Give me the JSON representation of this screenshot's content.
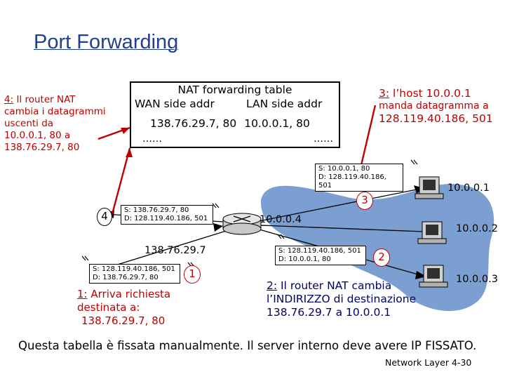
{
  "title": "Port Forwarding",
  "nat_table": {
    "title": "NAT forwarding table",
    "wan_header": "WAN side addr",
    "lan_header": "LAN side addr",
    "wan_value": "138.76.29.7, 80",
    "lan_value": "10.0.0.1, 80",
    "wan_dots": "……",
    "lan_dots": "……"
  },
  "step4": {
    "num": "4:",
    "lines": [
      "Il router NAT",
      "cambia i datagrammi",
      "uscenti da",
      "10.0.0.1, 80 a",
      "138.76.29.7, 80"
    ]
  },
  "step3": {
    "num": "3:",
    "line1": "l’host 10.0.0.1",
    "line2": "manda datagramma a",
    "line3": "128.119.40.186, 501"
  },
  "packets": {
    "p3": {
      "s": "S: 10.0.0.1, 80",
      "d": "D: 128.119.40.186, 501"
    },
    "p4": {
      "s": "S: 138.76.29.7, 80",
      "d": "D: 128.119.40.186, 501"
    },
    "p1": {
      "s": "S: 128.119.40.186, 501",
      "d": "D: 138.76.29.7, 80"
    },
    "p2": {
      "s": "S: 128.119.40.186, 501",
      "d": "D: 10.0.0.1, 80"
    }
  },
  "markers": {
    "n1": "1",
    "n2": "2",
    "n3": "3",
    "n4": "4"
  },
  "router": {
    "wan_ip": "138.76.29.7",
    "lan_ip": "10.0.0.4"
  },
  "hosts": [
    "10.0.0.1",
    "10.0.0.2",
    "10.0.0.3"
  ],
  "step1": {
    "num": "1:",
    "line1": "Arriva richiesta",
    "line2": "destinata a:",
    "line3": "138.76.29.7, 80"
  },
  "step2": {
    "num": "2:",
    "line1": "Il router NAT cambia",
    "line2": "l’INDIRIZZO di destinazione",
    "line3": "138.76.29.7 a 10.0.0.1"
  },
  "bottom_text": "Questa tabella è fissata manualmente. Il server interno deve avere IP FISSATO.",
  "footer": "Network Layer  4-30",
  "colors": {
    "title": "#1f3f8f",
    "red": "#c00000",
    "navy": "#000066",
    "lan_blob": "#7a9fd0"
  }
}
